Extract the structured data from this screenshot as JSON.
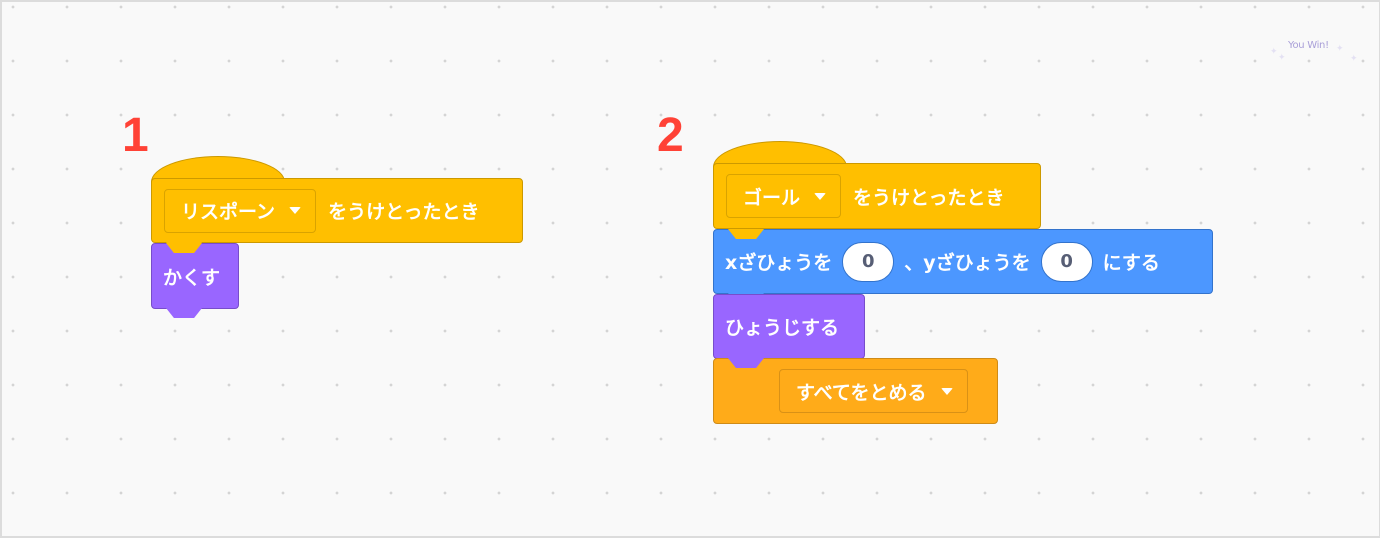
{
  "overlay": {
    "you_win": "You Win!"
  },
  "scripts": [
    {
      "label": "1",
      "hat": {
        "dropdown_value": "リスポーン",
        "text": "をうけとったとき",
        "color": "#ffbf00"
      },
      "blocks": [
        {
          "type": "looks",
          "text": "かくす",
          "color": "#9966ff"
        }
      ]
    },
    {
      "label": "2",
      "hat": {
        "dropdown_value": "ゴール",
        "text": "をうけとったとき",
        "color": "#ffbf00"
      },
      "blocks": [
        {
          "type": "motion",
          "text_before": "xざひょうを",
          "x_value": "0",
          "text_middle": "、yざひょうを",
          "y_value": "0",
          "text_after": "にする",
          "color": "#4c97ff"
        },
        {
          "type": "looks",
          "text": "ひょうじする",
          "color": "#9966ff"
        },
        {
          "type": "control",
          "dropdown_value": "すべてをとめる",
          "color": "#ffab19"
        }
      ]
    }
  ]
}
